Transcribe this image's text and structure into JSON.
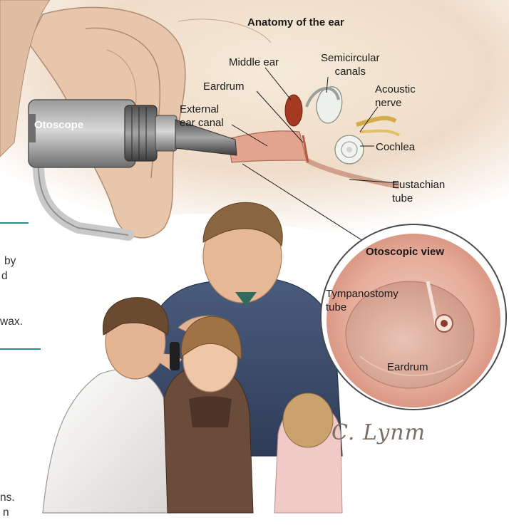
{
  "title": "Anatomy of the ear",
  "labels": {
    "otoscope": "Otoscope",
    "middle_ear": "Middle ear",
    "semicircular_canals": "Semicircular\ncanals",
    "eardrum_top": "Eardrum",
    "acoustic_nerve": "Acoustic\nnerve",
    "external_ear_canal": "External\near canal",
    "cochlea": "Cochlea",
    "eustachian_tube": "Eustachian\ntube",
    "otoscopic_view": "Otoscopic view",
    "tympanostomy_tube": "Tympanostomy\ntube",
    "eardrum_inset": "Eardrum"
  },
  "text_fragments": {
    "f1": "by",
    "f2": "d",
    "f3": "wax.",
    "f4": "ns.",
    "f5": "n"
  },
  "signature": "C. Lynm",
  "colors": {
    "skin": "#e9c4a6",
    "paper": "#f3e7d9",
    "rule": "#2a8c8c",
    "shirt": "#3e4f6e",
    "hair": "#7a5a3a"
  }
}
